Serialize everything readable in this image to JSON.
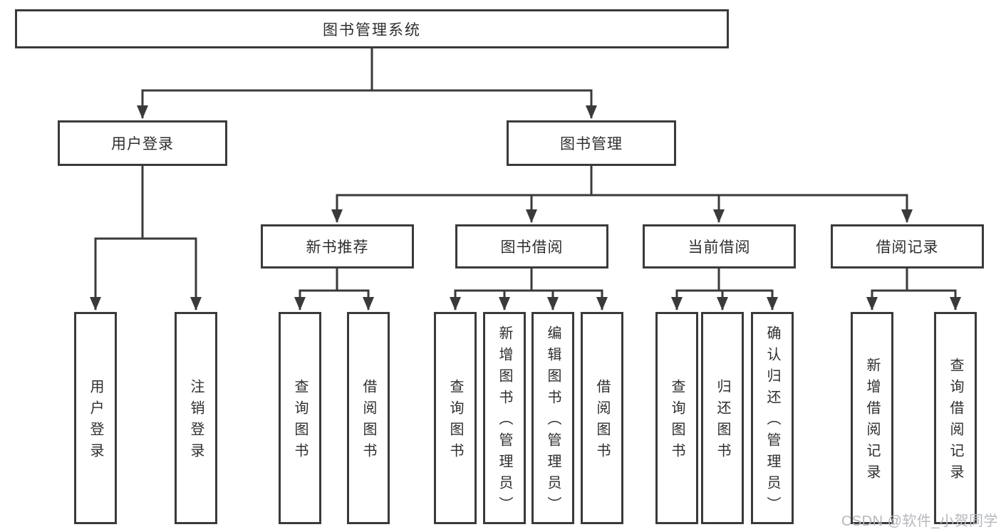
{
  "tree": {
    "label": "图书管理系统",
    "children": [
      {
        "label": "用户登录",
        "children": [
          {
            "label": "用户登录"
          },
          {
            "label": "注销登录"
          }
        ]
      },
      {
        "label": "图书管理",
        "children": [
          {
            "label": "新书推荐",
            "children": [
              {
                "label": "查询图书"
              },
              {
                "label": "借阅图书"
              }
            ]
          },
          {
            "label": "图书借阅",
            "children": [
              {
                "label": "查询图书"
              },
              {
                "label": "新增图书（管理员）"
              },
              {
                "label": "编辑图书（管理员）"
              },
              {
                "label": "借阅图书"
              }
            ]
          },
          {
            "label": "当前借阅",
            "children": [
              {
                "label": "查询图书"
              },
              {
                "label": "归还图书"
              },
              {
                "label": "确认归还（管理员）"
              }
            ]
          },
          {
            "label": "借阅记录",
            "children": [
              {
                "label": "新增借阅记录"
              },
              {
                "label": "查询借阅记录"
              }
            ]
          }
        ]
      }
    ]
  },
  "watermark": "CSDN @软件_小贺同学",
  "colors": {
    "line": "#3a3a3c",
    "text": "#2e2e30",
    "box_background": "#ffffff",
    "watermark": "#b5b8bc"
  }
}
